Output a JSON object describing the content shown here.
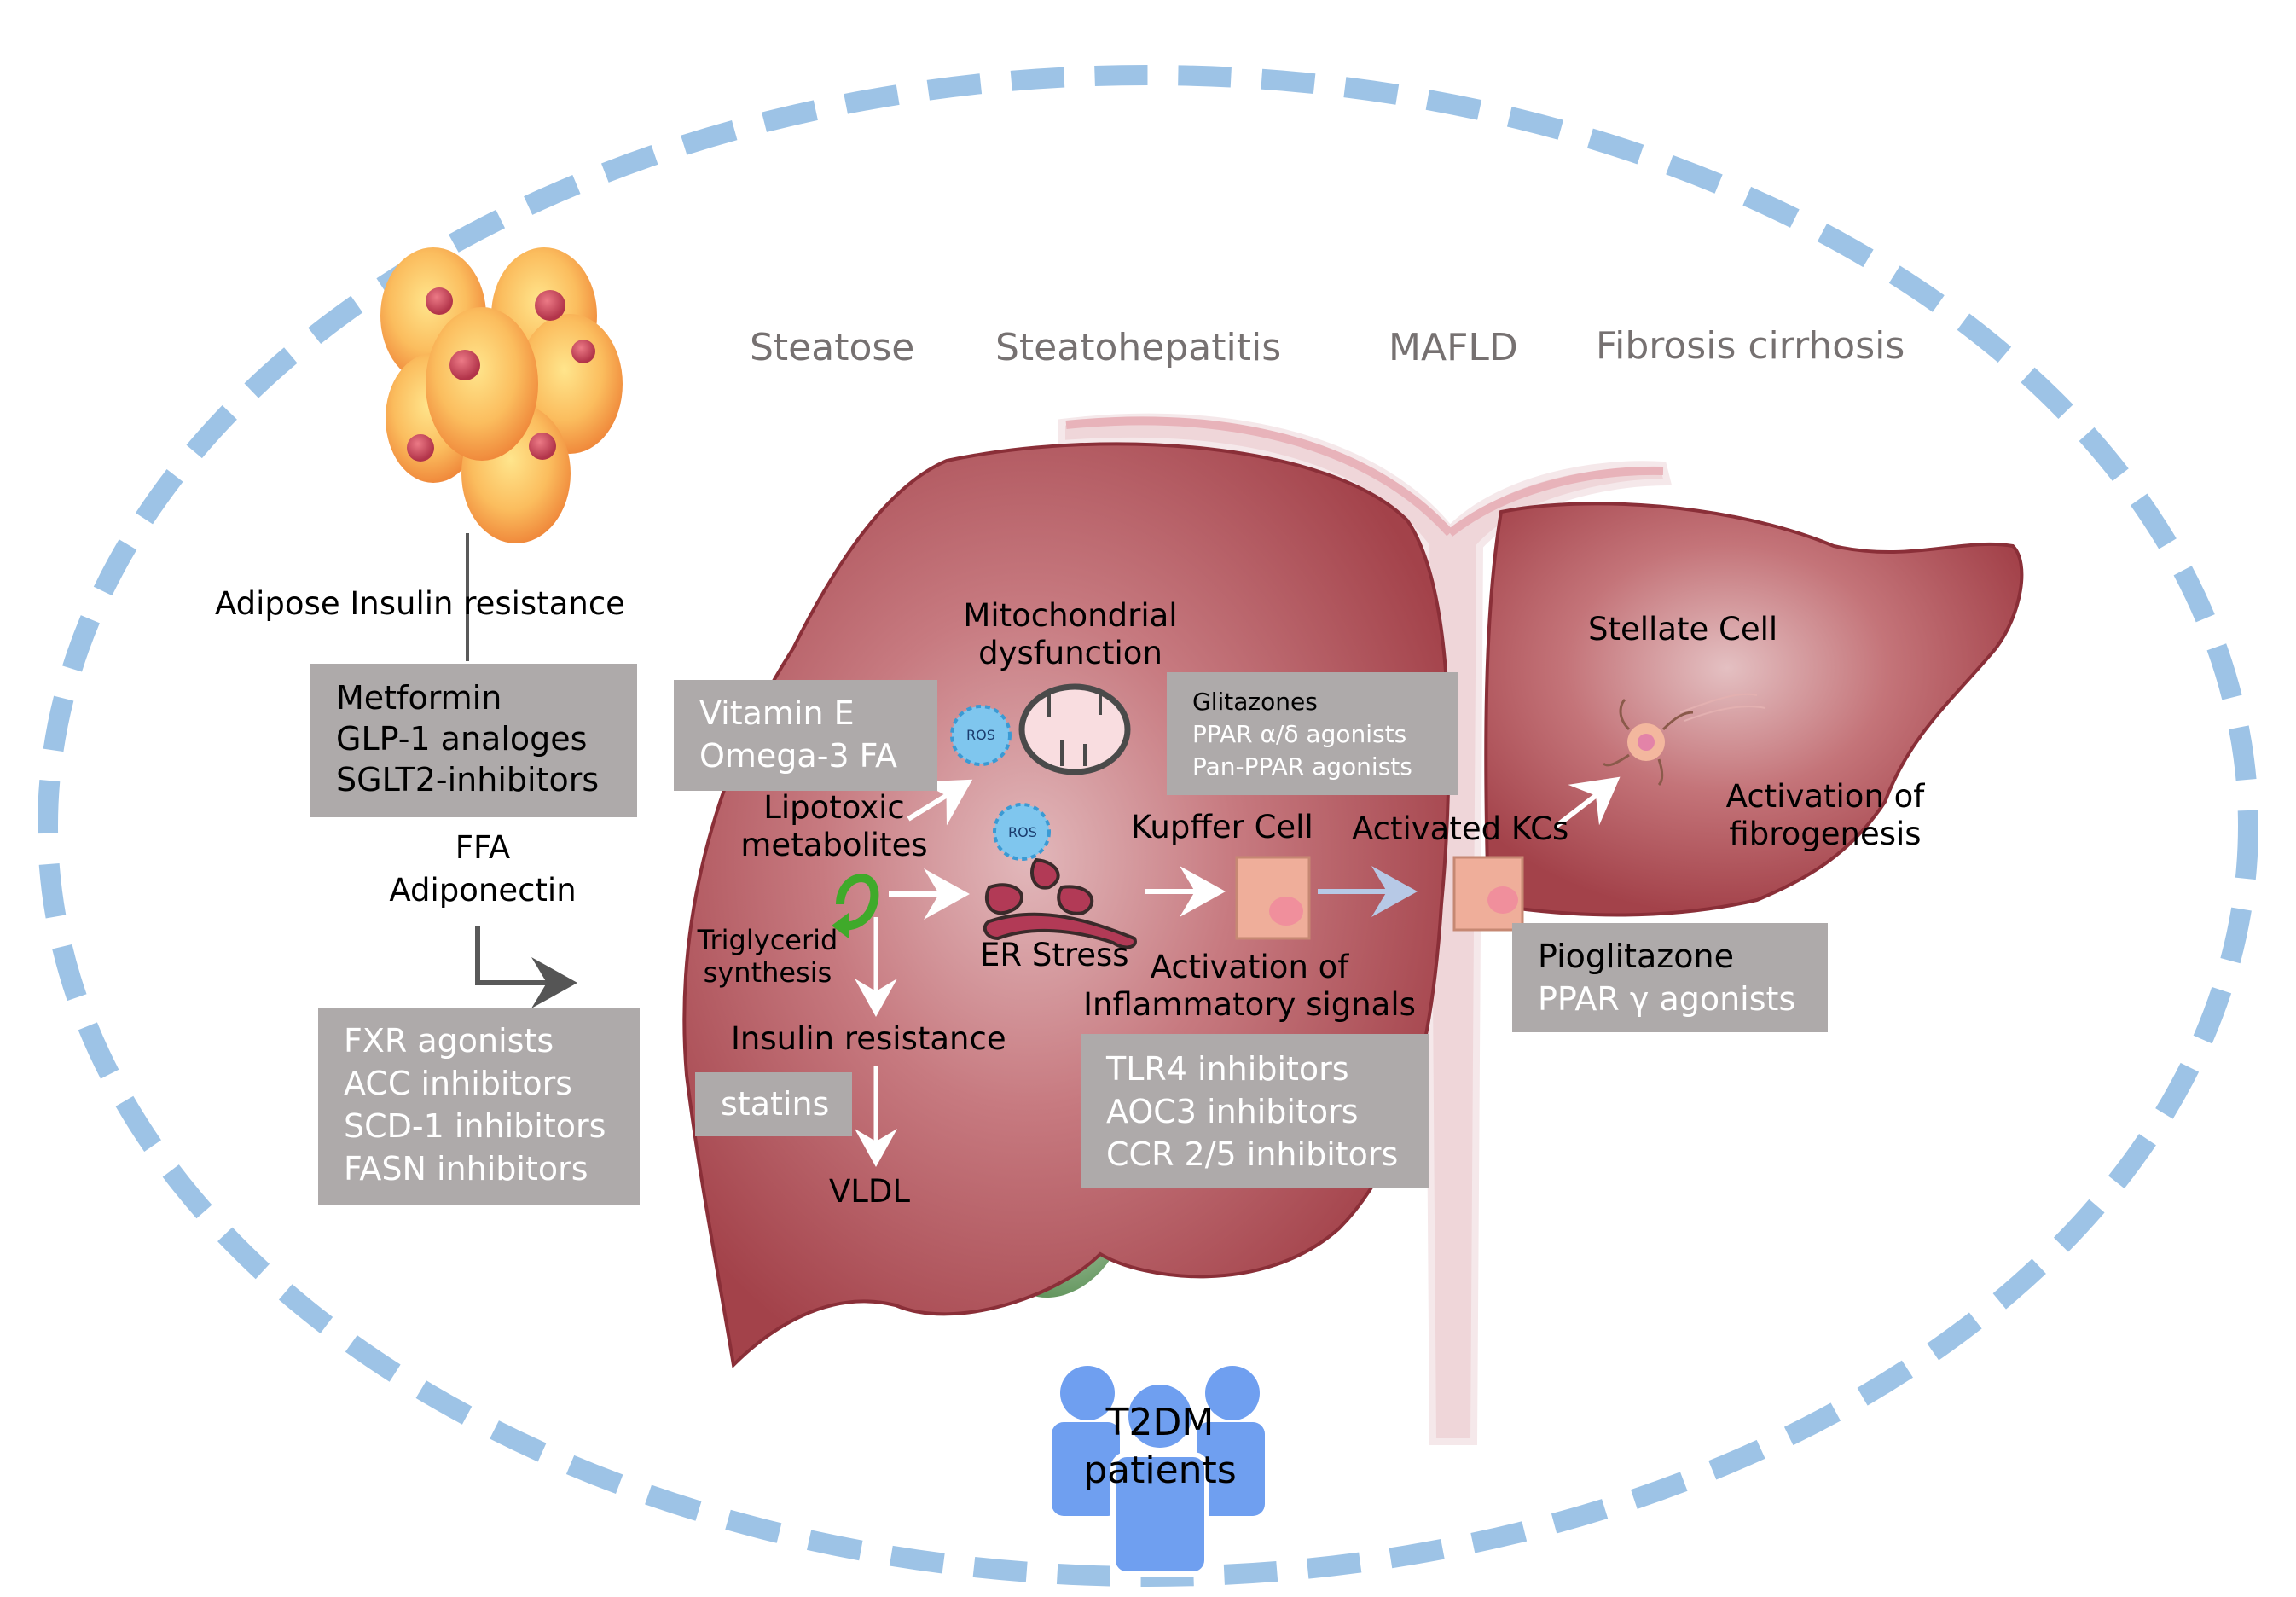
{
  "stages": [
    "Steatose",
    "Steatohepatitis",
    "MAFLD",
    "Fibrosis cirrhosis"
  ],
  "adipose": {
    "label": "Adipose Insulin resistance",
    "ffa": "FFA",
    "adiponectin": "Adiponectin"
  },
  "boxes": {
    "metformin": [
      "Metformin",
      "GLP-1 analoges",
      "SGLT2-inhibitors"
    ],
    "fxr": [
      "FXR agonists",
      "ACC inhibitors",
      "SCD-1 inhibitors",
      "FASN inhibitors"
    ],
    "vitamin": [
      "Vitamin E",
      "Omega-3 FA"
    ],
    "glitazones": [
      "Glitazones",
      "PPAR α/δ agonists",
      "Pan-PPAR agonists"
    ],
    "statins": [
      "statins"
    ],
    "tlr4": [
      "TLR4 inhibitors",
      "AOC3 inhibitors",
      "CCR 2/5 inhibitors"
    ],
    "pioglitazone": [
      "Pioglitazone",
      "PPAR γ agonists"
    ]
  },
  "liver_labels": {
    "mitochondrial": [
      "Mitochondrial",
      "dysfunction"
    ],
    "lipotoxic": [
      "Lipotoxic",
      "metabolites"
    ],
    "triglycerid": [
      "Triglycerid",
      "synthesis"
    ],
    "er_stress": "ER Stress",
    "kupffer": "Kupffer Cell",
    "activated_kcs": "Activated KCs",
    "inflammatory": [
      "Activation of",
      "Inflammatory signals"
    ],
    "insulin_resistance": "Insulin resistance",
    "vldl": "VLDL",
    "stellate": "Stellate Cell",
    "fibrogenesis": [
      "Activation of",
      "fibrogenesis"
    ],
    "ros": "ROS"
  },
  "patients": [
    "T2DM",
    "patients"
  ],
  "colors": {
    "ellipse_dash": "#9dc3e6",
    "liver": "#a8444c",
    "box_bg": "#aeaaaa",
    "stage_text": "#767171",
    "patients_icon": "#6f9ff0"
  }
}
